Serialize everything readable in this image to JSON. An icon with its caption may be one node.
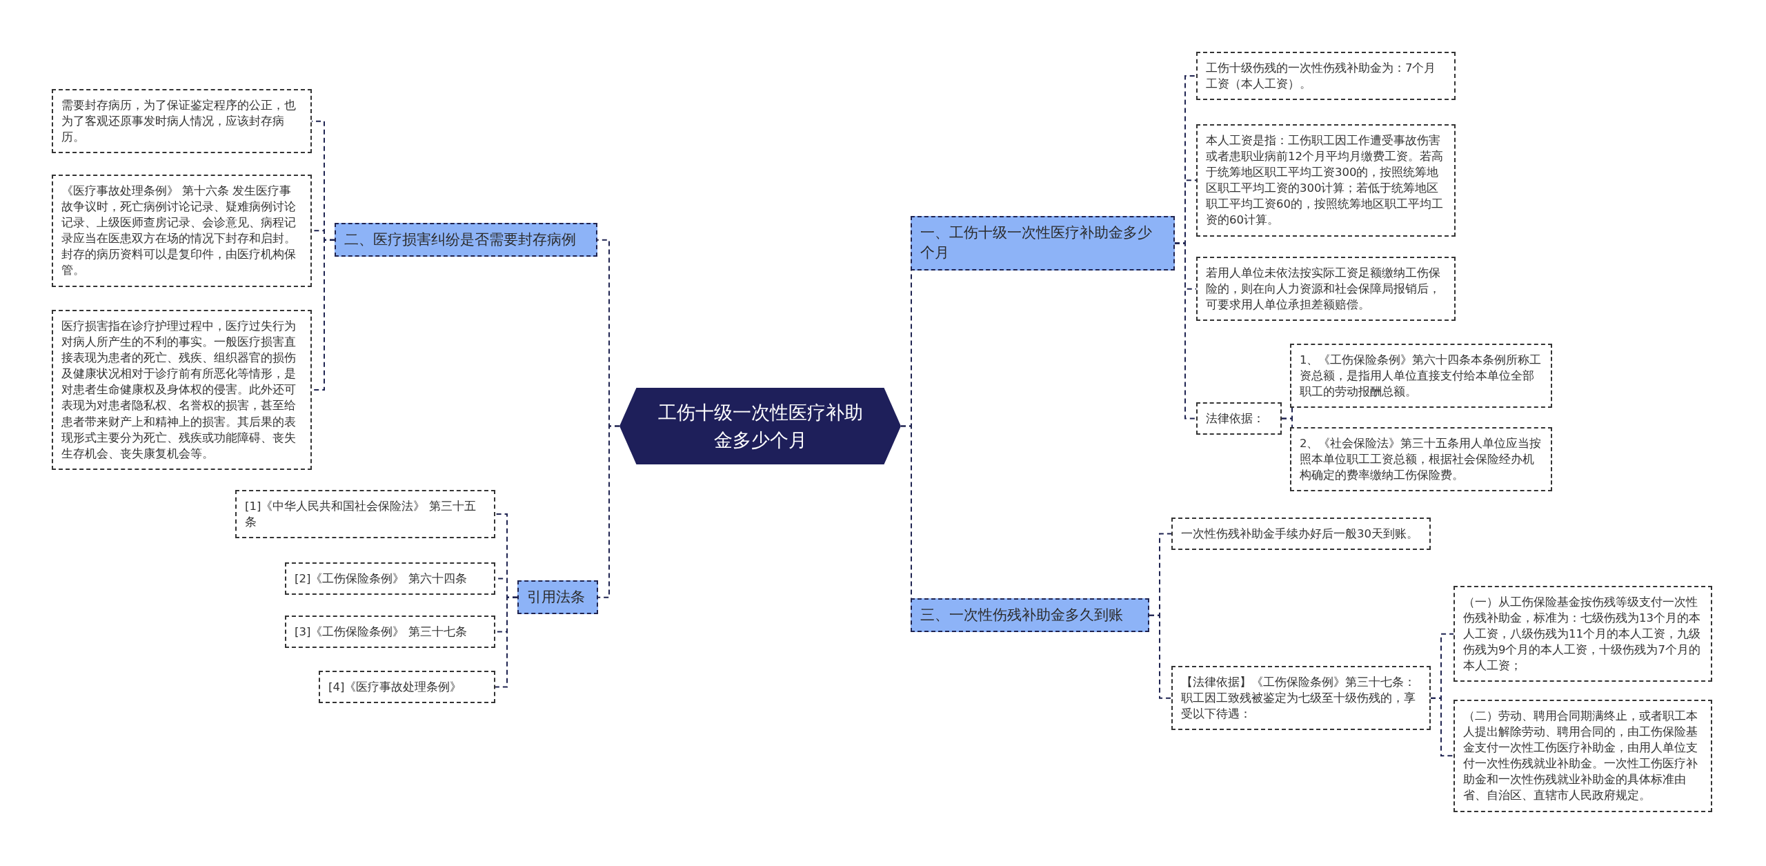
{
  "diagram": {
    "nodes": [
      {
        "text": [
          "工伤十级一次性医疗补助金多少个月"
        ]
      },
      {
        "text": [
          "一、工伤十级一次性医疗补助金多少个月"
        ]
      },
      {
        "text": [
          "工伤十级伤残的一次性伤残补助金为：7个月工资（本人工资）。"
        ]
      },
      {
        "text": [
          "本人工资是指：工伤职工因工作遭受事故伤害或者患职业病前12个月平均月缴费工资。若高于统筹地区职工平均工资300的，按照统筹地区职工平均工资的300计算；若低于统筹地区职工平均工资60的，按照统筹地区职工平均工资的60计算。"
        ]
      },
      {
        "text": [
          "若用人单位未依法按实际工资足额缴纳工伤保险的，则在向人力资源和社会保障局报销后，可要求用人单位承担差额赔偿。"
        ]
      },
      {
        "text": [
          "法律依据："
        ]
      },
      {
        "text": [
          "1、《工伤保险条例》第六十四条本条例所称工资总额，是指用人单位直接支付给本单位全部职工的劳动报酬总额。"
        ]
      },
      {
        "text": [
          "2、《社会保险法》第三十五条用人单位应当按照本单位职工工资总额，根据社会保险经办机构确定的费率缴纳工伤保险费。"
        ]
      },
      {
        "text": [
          "三、一次性伤残补助金多久到账"
        ]
      },
      {
        "text": [
          "一次性伤残补助金手续办好后一般30天到账。"
        ]
      },
      {
        "text": [
          "【法律依据】《工伤保险条例》第三十七条：职工因工致残被鉴定为七级至十级伤残的，享受以下待遇："
        ]
      },
      {
        "text": [
          "（一）从工伤保险基金按伤残等级支付一次性伤残补助金，标准为：七级伤残为13个月的本人工资，八级伤残为11个月的本人工资，九级伤残为9个月的本人工资，十级伤残为7个月的本人工资；"
        ]
      },
      {
        "text": [
          "（二）劳动、聘用合同期满终止，或者职工本人提出解除劳动、聘用合同的，由工伤保险基金支付一次性工伤医疗补助金，由用人单位支付一次性伤残就业补助金。一次性工伤医疗补助金和一次性伤残就业补助金的具体标准由省、自治区、直辖市人民政府规定。"
        ]
      },
      {
        "text": [
          "二、医疗损害纠纷是否需要封存病例"
        ]
      },
      {
        "text": [
          "需要封存病历，为了保证鉴定程序的公正，也为了客观还原事发时病人情况，应该封存病历。"
        ]
      },
      {
        "text": [
          "《医疗事故处理条例》 第十六条 发生医疗事故争议时，死亡病例讨论记录、疑难病例讨论记录、上级医师查房记录、会诊意见、病程记录应当在医患双方在场的情况下封存和启封。封存的病历资料可以是复印件，由医疗机构保管。"
        ]
      },
      {
        "text": [
          "医疗损害指在诊疗护理过程中，医疗过失行为对病人所产生的不利的事实。一般医疗损害直接表现为患者的死亡、残疾、组织器官的损伤及健康状况相对于诊疗前有所恶化等情形，是对患者生命健康权及身体权的侵害。此外还可表现为对患者隐私权、名誉权的损害，甚至给患者带来财产上和精神上的损害。其后果的表现形式主要分为死亡、残疾或功能障碍、丧失生存机会、丧失康复机会等。"
        ]
      },
      {
        "text": [
          "引用法条"
        ]
      },
      {
        "text": [
          "[1]《中华人民共和国社会保险法》 第三十五条"
        ]
      },
      {
        "text": [
          "[2]《工伤保险条例》 第六十四条"
        ]
      },
      {
        "text": [
          "[3]《工伤保险条例》 第三十七条"
        ]
      },
      {
        "text": [
          "[4]《医疗事故处理条例》"
        ]
      }
    ],
    "edges": [
      {
        "from": 0,
        "to": 1,
        "arrow": "none"
      },
      {
        "from": 1,
        "to": 2,
        "arrow": "none"
      },
      {
        "from": 1,
        "to": 3,
        "arrow": "none"
      },
      {
        "from": 1,
        "to": 4,
        "arrow": "none"
      },
      {
        "from": 1,
        "to": 5,
        "arrow": "none"
      },
      {
        "from": 5,
        "to": 6,
        "arrow": "none"
      },
      {
        "from": 5,
        "to": 7,
        "arrow": "none"
      },
      {
        "from": 0,
        "to": 8,
        "arrow": "none"
      },
      {
        "from": 8,
        "to": 9,
        "arrow": "none"
      },
      {
        "from": 8,
        "to": 10,
        "arrow": "none"
      },
      {
        "from": 10,
        "to": 11,
        "arrow": "none"
      },
      {
        "from": 10,
        "to": 12,
        "arrow": "none"
      },
      {
        "from": 0,
        "to": 13,
        "arrow": "none"
      },
      {
        "from": 13,
        "to": 14,
        "arrow": "none"
      },
      {
        "from": 13,
        "to": 15,
        "arrow": "none"
      },
      {
        "from": 13,
        "to": 16,
        "arrow": "none"
      },
      {
        "from": 0,
        "to": 17,
        "arrow": "none"
      },
      {
        "from": 17,
        "to": 18,
        "arrow": "none"
      },
      {
        "from": 17,
        "to": 19,
        "arrow": "none"
      },
      {
        "from": 17,
        "to": 20,
        "arrow": "none"
      },
      {
        "from": 17,
        "to": 21,
        "arrow": "none"
      }
    ]
  }
}
